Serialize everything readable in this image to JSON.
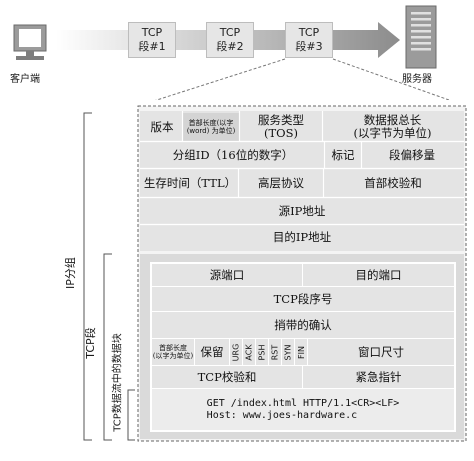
{
  "top": {
    "client_label": "客户端",
    "server_label": "服务器",
    "segments": [
      "TCP\n段#1",
      "TCP\n段#2",
      "TCP\n段#3"
    ]
  },
  "ip_label": "IP分组",
  "tcp_label": "TCP段",
  "data_label": "TCP数据流中的数据块",
  "ip_header": {
    "version": "版本",
    "header_len": "首部长度(以字\n(word) 为单位)",
    "tos": "服务类型\n(TOS)",
    "total_len": "数据报总长\n(以字节为单位)",
    "id": "分组ID（16位的数字）",
    "flags": "标记",
    "frag_offset": "段偏移量",
    "ttl": "生存时间（TTL）",
    "protocol": "高层协议",
    "checksum": "首部校验和",
    "src_ip": "源IP地址",
    "dst_ip": "目的IP地址"
  },
  "tcp_header": {
    "src_port": "源端口",
    "dst_port": "目的端口",
    "seq": "TCP段序号",
    "ack": "捎带的确认",
    "header_len": "首部长度\n(以字为单位)",
    "reserved": "保留",
    "flags": [
      "URG",
      "ACK",
      "PSH",
      "RST",
      "SYN",
      "FIN"
    ],
    "window": "窗口尺寸",
    "checksum": "TCP校验和",
    "urgent": "紧急指针"
  },
  "payload": "GET /index.html HTTP/1.1<CR><LF>\nHost: www.joes-hardware.c",
  "colors": {
    "light": "#f4f4f4",
    "mid": "#e6e6e6",
    "dark": "#d4d4d4",
    "line": "#9a9a9a"
  }
}
